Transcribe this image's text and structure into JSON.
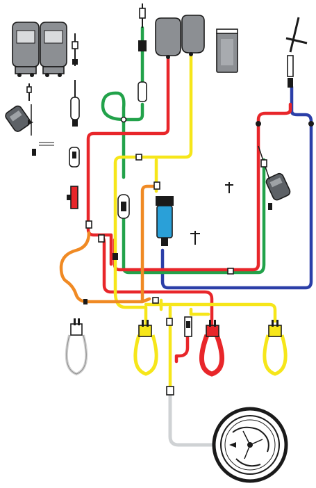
{
  "diagram": {
    "kind": "apheresis tubing set (unlabeled illustration)",
    "colors": {
      "red": "#e8262a",
      "yellow": "#f6e61a",
      "green": "#22a24a",
      "blue": "#2b3fa8",
      "orange": "#f08a24",
      "gray_bag": "#8c8f93",
      "clear_tube": "#cfd2d4",
      "outline": "#1a1a1a",
      "filter_blue": "#2aa0d8"
    },
    "line_names": [
      "red-line",
      "yellow-line",
      "green-line",
      "blue-line",
      "orange-line",
      "clear-line"
    ],
    "icons": [
      "saline-bag-icon",
      "collection-bag-icon",
      "plasma-bag-icon",
      "drip-chamber-icon",
      "spike-icon",
      "clamp-icon",
      "inline-filter-icon",
      "centrifuge-chamber-icon",
      "pump-loop-icon",
      "connector-icon"
    ]
  }
}
